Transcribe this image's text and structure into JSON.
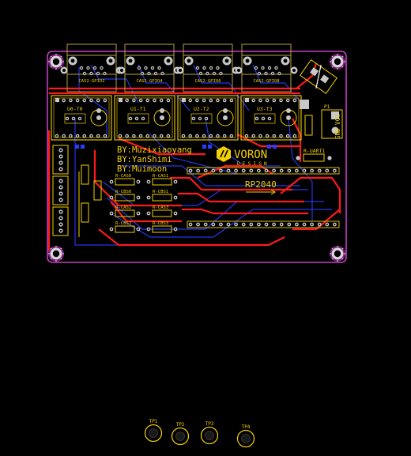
{
  "colors": {
    "background": "#000000",
    "board_outline": "#c040c0",
    "top_copper": "#ff1a1a",
    "bottom_copper": "#2a3cff",
    "silkscreen": "#f5d000",
    "pad": "#c8c8c8",
    "pad_ring": "#8a8a8a",
    "hole": "#000000",
    "mask": "#7a1a7a",
    "courtyard": "#b8a03a",
    "mounting": "#d8d8d8"
  },
  "credits": [
    "BY:Muzixiaoyang",
    "BY:YanShimi",
    "BY:Muimoon"
  ],
  "logo": {
    "word": "VORON",
    "sub": "DESIGN"
  },
  "mcu_label": "RP2040",
  "uart_header_label": "R-UART1",
  "power": {
    "connector": "P1",
    "label": "GND VCC"
  },
  "drivers": [
    {
      "name": "U0-T0",
      "port": "CAS2-GPIO2"
    },
    {
      "name": "U1-T1",
      "port": "CAS2-GPIO4"
    },
    {
      "name": "U2-T2",
      "port": "CAS2-GPIO6"
    },
    {
      "name": "U3-T3",
      "port": "CAS2-GPIO8"
    }
  ],
  "resistors": [
    [
      "R-CAS0",
      "R-CAS1"
    ],
    [
      "R-CBS0",
      "R-CBS1"
    ],
    [
      "R-CAS2",
      "R-CAS3"
    ],
    [
      "R-CBS2",
      "R-CBS3"
    ]
  ],
  "test_points": [
    "TP1",
    "TP2",
    "TP3",
    "TP4"
  ]
}
